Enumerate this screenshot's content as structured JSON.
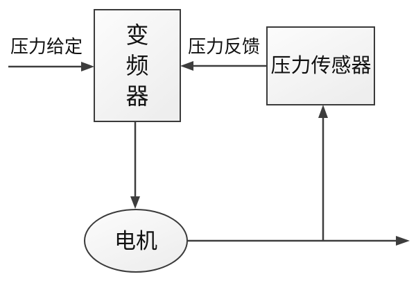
{
  "diagram": {
    "type": "flowchart",
    "background_color": "#ffffff",
    "line_color": "#3d3d3d",
    "box_border_color": "#3a3a3a",
    "box_fill_top": "#fcfcfc",
    "box_fill_bottom": "#eeeeee",
    "text_color": "#111111",
    "nodes": {
      "inverter": {
        "label": "变频器",
        "shape": "rect",
        "text_orientation": "vertical"
      },
      "sensor": {
        "label": "压力传感器",
        "shape": "rect",
        "text_orientation": "horizontal"
      },
      "motor": {
        "label": "电机",
        "shape": "ellipse",
        "text_orientation": "horizontal"
      }
    },
    "edges": [
      {
        "label": "压力给定",
        "from": "external-input",
        "to": "inverter",
        "direction": "right"
      },
      {
        "label": "压力反馈",
        "from": "sensor",
        "to": "inverter",
        "direction": "left"
      },
      {
        "label": "",
        "from": "inverter",
        "to": "motor",
        "direction": "down"
      },
      {
        "label": "",
        "from": "motor",
        "to": "external-output",
        "direction": "right"
      },
      {
        "label": "",
        "from": "motor-output-line",
        "to": "sensor",
        "direction": "up"
      }
    ]
  }
}
